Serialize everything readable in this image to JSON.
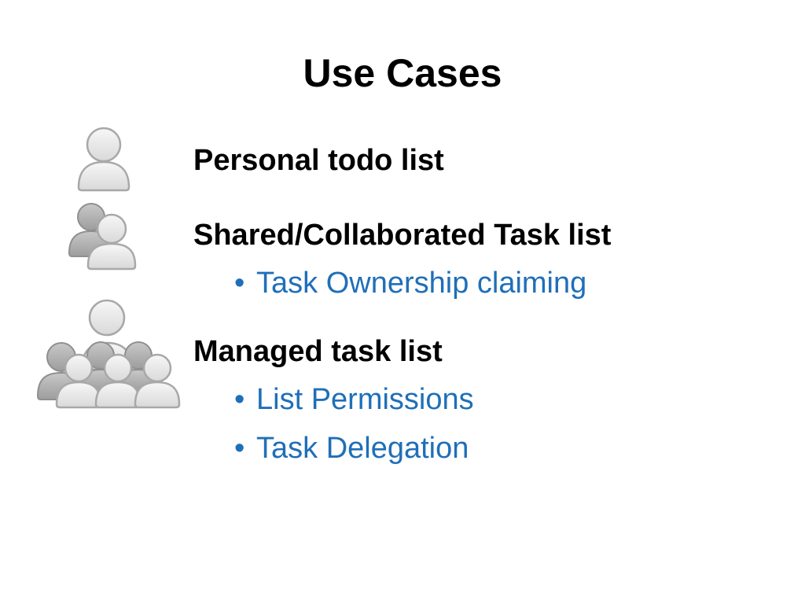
{
  "slide": {
    "title": "Use Cases",
    "sections": [
      {
        "heading": "Personal todo list",
        "icon": "single-user-icon",
        "bullets": []
      },
      {
        "heading": "Shared/Collaborated Task list",
        "icon": "two-users-icon",
        "bullets": [
          "Task Ownership claiming"
        ]
      },
      {
        "heading": "Managed task list",
        "icon": "user-group-icon",
        "bullets": [
          "List Permissions",
          "Task Delegation"
        ]
      }
    ],
    "bullet_glyph": "•"
  },
  "colors": {
    "heading": "#000000",
    "bullet_text": "#1f6fb8",
    "icon_fill": "#e6e6e6",
    "icon_stroke": "#a8a8a8"
  }
}
